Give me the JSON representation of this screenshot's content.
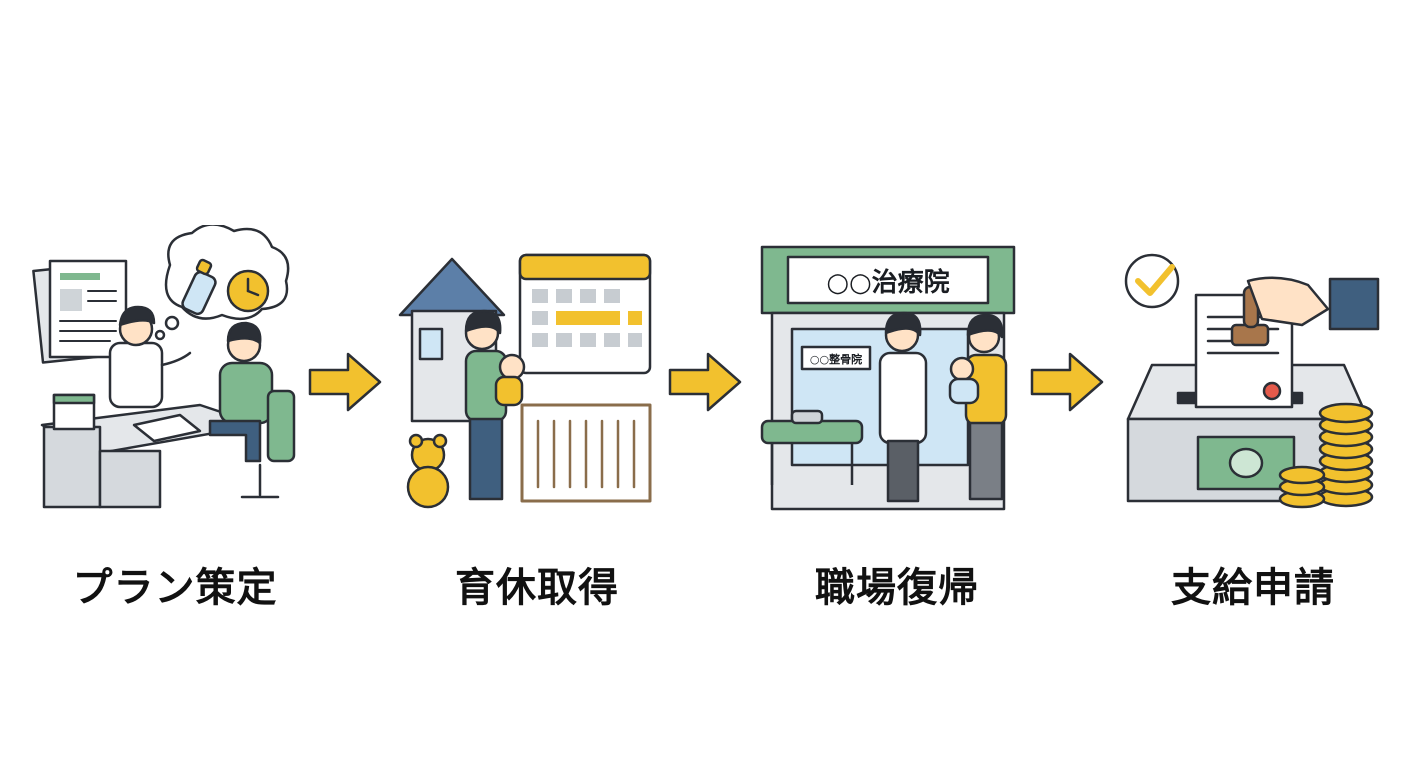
{
  "steps": [
    {
      "label": "プラン策定",
      "icon": "consultation-icon"
    },
    {
      "label": "育休取得",
      "icon": "childcare-leave-icon"
    },
    {
      "label": "職場復帰",
      "icon": "return-to-clinic-icon"
    },
    {
      "label": "支給申請",
      "icon": "subsidy-application-icon"
    }
  ],
  "clinic": {
    "sign": "○○治療院",
    "door_sign": "○○整骨院"
  },
  "colors": {
    "accent": "#f2c12e",
    "green": "#7fb88f",
    "outline": "#2b2f36",
    "blue": "#cfe6f5"
  }
}
